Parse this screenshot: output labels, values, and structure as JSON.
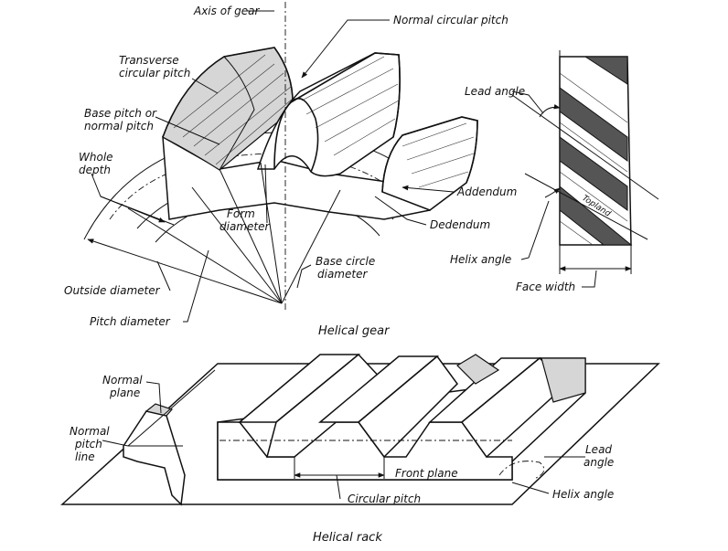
{
  "gear": {
    "caption": "Helical gear",
    "labels": {
      "axis_of_gear": "Axis of gear",
      "normal_circular_pitch": "Normal circular pitch",
      "transverse_circular_pitch_1": "Transverse",
      "transverse_circular_pitch_2": "circular pitch",
      "base_pitch_1": "Base pitch or",
      "base_pitch_2": "normal pitch",
      "whole_depth_1": "Whole",
      "whole_depth_2": "depth",
      "form_diameter_1": "Form",
      "form_diameter_2": "diameter",
      "base_circle_diameter_1": "Base circle",
      "base_circle_diameter_2": "diameter",
      "addendum": "Addendum",
      "dedendum": "Dedendum",
      "outside_diameter": "Outside diameter",
      "pitch_diameter": "Pitch diameter"
    }
  },
  "tooth_face": {
    "labels": {
      "lead_angle": "Lead angle",
      "helix_angle": "Helix angle",
      "face_width": "Face width",
      "topland": "Topland"
    }
  },
  "rack": {
    "caption": "Helical rack",
    "labels": {
      "normal_plane_1": "Normal",
      "normal_plane_2": "plane",
      "normal_pitch_line_1": "Normal",
      "normal_pitch_line_2": "pitch",
      "normal_pitch_line_3": "line",
      "front_plane": "Front plane",
      "circular_pitch": "Circular pitch",
      "lead_angle_1": "Lead",
      "lead_angle_2": "angle",
      "helix_angle": "Helix angle"
    }
  }
}
